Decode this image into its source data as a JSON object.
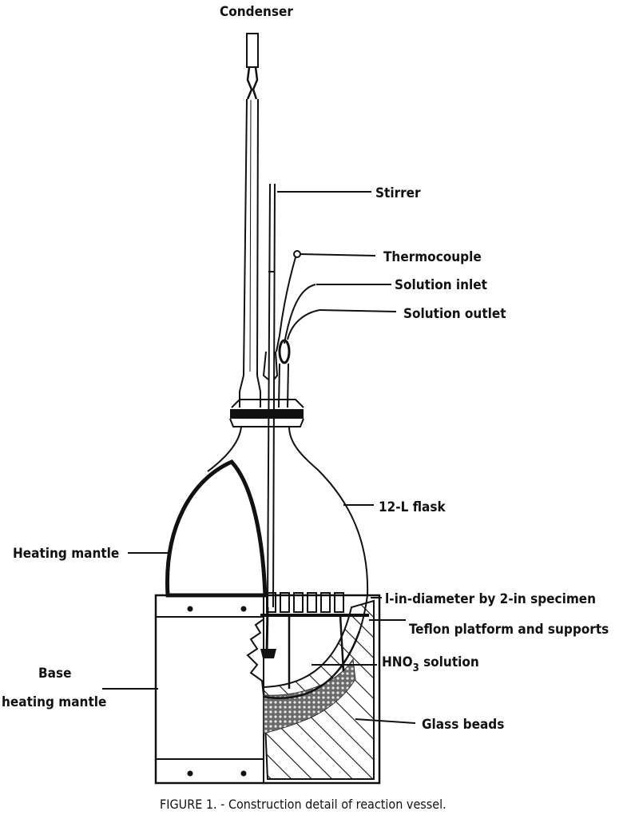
{
  "labels": {
    "condenser": "Condenser",
    "stirrer": "Stirrer",
    "thermocouple": "Thermocouple",
    "solution_inlet": "Solution inlet",
    "solution_outlet": "Solution outlet",
    "flask": "12-L flask",
    "heating_mantle": "Heating mantle",
    "specimen": "l-in-diameter by 2-in specimen",
    "teflon": "Teflon platform and supports",
    "hno3_main": "HNO",
    "hno3_sub": "3",
    "hno3_tail": " solution",
    "base_line1": "Base",
    "base_line2": "heating mantle",
    "glass_beads": "Glass beads"
  },
  "caption": "FIGURE 1. - Construction detail of reaction vessel."
}
